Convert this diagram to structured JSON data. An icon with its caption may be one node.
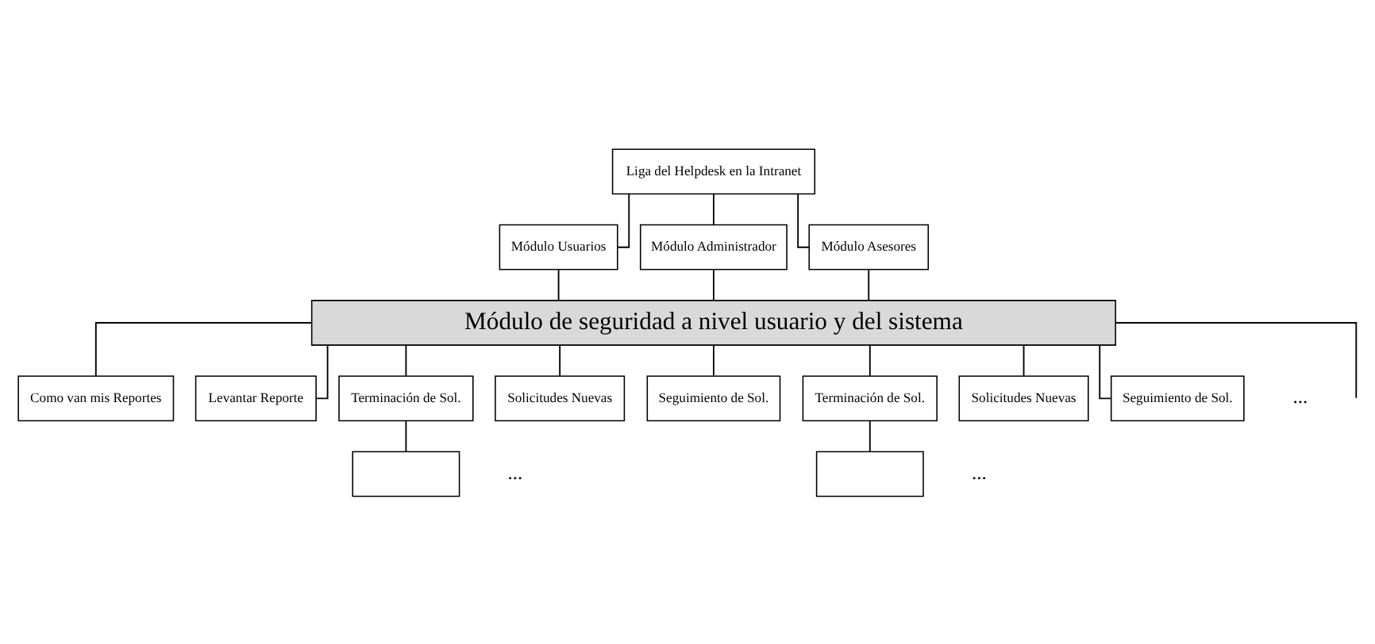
{
  "diagram": {
    "nodes": [
      {
        "text": [
          "Liga del Helpdesk en la Intranet"
        ]
      },
      {
        "text": [
          "Módulo Usuarios"
        ]
      },
      {
        "text": [
          "Módulo Administrador"
        ]
      },
      {
        "text": [
          "Módulo Asesores"
        ]
      },
      {
        "text": [
          "Módulo de seguridad a nivel usuario y del sistema"
        ]
      },
      {
        "text": [
          "Como van mis Reportes"
        ]
      },
      {
        "text": [
          "Levantar Reporte"
        ]
      },
      {
        "text": [
          "Terminación de Sol."
        ]
      },
      {
        "text": [
          "Solicitudes Nuevas"
        ]
      },
      {
        "text": [
          "Seguimiento de Sol."
        ]
      },
      {
        "text": [
          "Terminación de Sol."
        ]
      },
      {
        "text": [
          "Solicitudes Nuevas"
        ]
      },
      {
        "text": [
          "Seguimiento de Sol."
        ]
      },
      {
        "text": [],
        "shape": "box"
      },
      {
        "text": [],
        "shape": "box"
      }
    ],
    "edges": [
      {
        "from": 0,
        "to": 1,
        "arrow": "none"
      },
      {
        "from": 0,
        "to": 2,
        "arrow": "none"
      },
      {
        "from": 0,
        "to": 3,
        "arrow": "none"
      },
      {
        "from": 1,
        "to": 4,
        "arrow": "none"
      },
      {
        "from": 2,
        "to": 4,
        "arrow": "none"
      },
      {
        "from": 3,
        "to": 4,
        "arrow": "none"
      },
      {
        "from": 4,
        "to": 5,
        "arrow": "none"
      },
      {
        "from": 4,
        "to": 6,
        "arrow": "none"
      },
      {
        "from": 4,
        "to": 7,
        "arrow": "none"
      },
      {
        "from": 4,
        "to": 8,
        "arrow": "none"
      },
      {
        "from": 4,
        "to": 9,
        "arrow": "none"
      },
      {
        "from": 4,
        "to": null,
        "arrow": "none"
      },
      {
        "from": 4,
        "to": 10,
        "arrow": "none"
      },
      {
        "from": 4,
        "to": 11,
        "arrow": "none"
      },
      {
        "from": 4,
        "to": 12,
        "arrow": "none"
      },
      {
        "from": 7,
        "to": 13,
        "arrow": "none"
      },
      {
        "from": 10,
        "to": 14,
        "arrow": "none"
      }
    ],
    "labels": [
      "...",
      "...",
      "..."
    ]
  }
}
